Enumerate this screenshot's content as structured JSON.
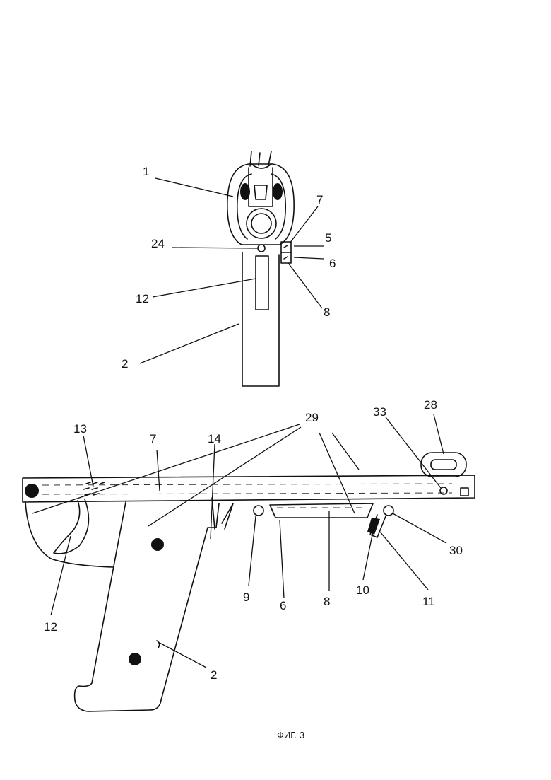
{
  "figure": {
    "caption": "ФИГ. 3",
    "ink_color": "#111111",
    "background": "#ffffff"
  },
  "front_view": {
    "labels": {
      "l1": "1",
      "l7": "7",
      "l24": "24",
      "l5": "5",
      "l6": "6",
      "l12": "12",
      "l8": "8",
      "l2": "2"
    }
  },
  "side_view": {
    "labels": {
      "l13": "13",
      "l7": "7",
      "l14": "14",
      "l29": "29",
      "l33": "33",
      "l28": "28",
      "l30": "30",
      "l9": "9",
      "l6": "6",
      "l8": "8",
      "l10": "10",
      "l11": "11",
      "l12": "12",
      "l2": "2"
    }
  }
}
